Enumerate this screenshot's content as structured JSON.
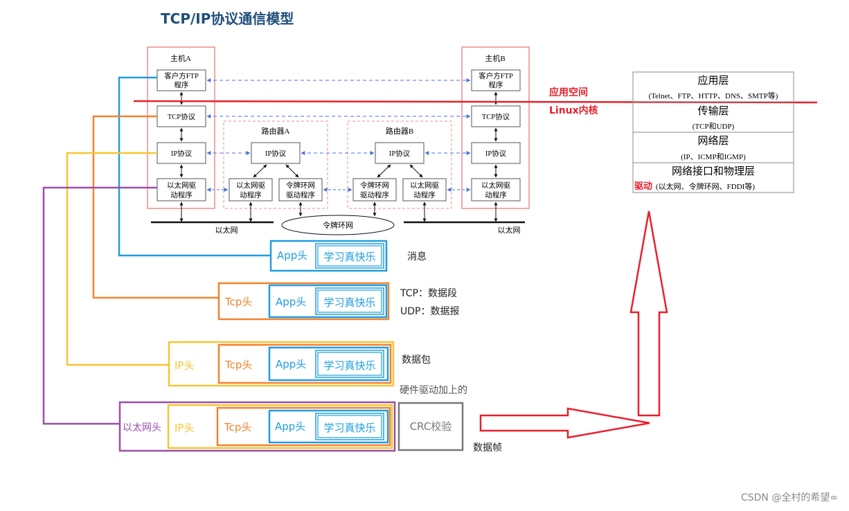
{
  "title": "TCP/IP协议通信模型",
  "hostA": {
    "label": "主机A",
    "ftp": [
      "客户方FTP",
      "程序"
    ],
    "tcp": "TCP协议",
    "ip": "IP协议",
    "eth": [
      "以太网驱",
      "动程序"
    ]
  },
  "hostB": {
    "label": "主机B",
    "ftp": [
      "客户方FTP",
      "程序"
    ],
    "tcp": "TCP协议",
    "ip": "IP协议",
    "eth": [
      "以太网驱",
      "动程序"
    ]
  },
  "routerA": {
    "label": "路由器A",
    "ip": "IP协议",
    "eth": [
      "以太网驱",
      "动程序"
    ],
    "token": [
      "令牌环网",
      "驱动程序"
    ]
  },
  "routerB": {
    "label": "路由器B",
    "ip": "IP协议",
    "token": [
      "令牌环网",
      "驱动程序"
    ],
    "eth": [
      "以太网驱",
      "动程序"
    ]
  },
  "networks": {
    "ethernet_left": "以太网",
    "token_ring": "令牌环网",
    "ethernet_right": "以太网"
  },
  "boundary": {
    "user_space": "应用空间",
    "kernel": "Linux内核"
  },
  "layers": [
    {
      "name": "应用层",
      "detail": "(Telnet、FTP、HTTP、DNS、SMTP等)"
    },
    {
      "name": "传输层",
      "detail": "(TCP和UDP)"
    },
    {
      "name": "网络层",
      "detail": "(IP、ICMP和IGMP)"
    },
    {
      "name": "网络接口和物理层",
      "detail_prefix": "驱动",
      "detail": "(以太网、令牌环网、FDDI等)"
    }
  ],
  "packets": {
    "app_header": "App头",
    "payload": "学习真快乐",
    "tcp_header": "Tcp头",
    "ip_header": "IP头",
    "eth_header": "以太网头",
    "crc": "CRC校验",
    "msg_label": "消息",
    "tcp_label": "TCP：数据段",
    "udp_label": "UDP：数据报",
    "ip_label": "数据包",
    "hw_note": "硬件驱动加上的",
    "frame_label": "数据帧"
  },
  "watermark": "CSDN @全村的希望∞",
  "colors": {
    "blue": "#1f9de0",
    "orange": "#f4822c",
    "yellow": "#f7c531",
    "purple": "#9b4ea8",
    "red": "#e8202a",
    "title": "#1f4e79",
    "dash": "#4a6fe0"
  }
}
